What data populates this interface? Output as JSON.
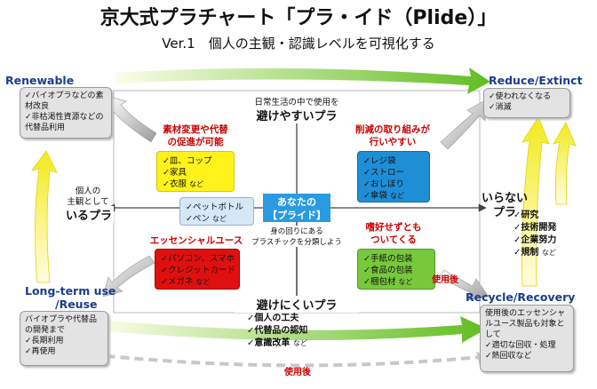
{
  "title": "京大式プラチャート「プラ・イド（Plide）」",
  "subtitle": "Ver.1　個人の主観・認識レベルを可視化する",
  "corners": {
    "top_left": {
      "title": "Renewable",
      "items": [
        "バイオプラなどの素材改良",
        "非枯渇性資源などの代替品利用"
      ]
    },
    "top_right": {
      "title": "Reduce/Extinct",
      "items": [
        "使われなくなる",
        "消滅"
      ]
    },
    "bottom_left": {
      "title": "Long-term use /Reuse",
      "title_line1": "Long-term use",
      "title_line2": "/Reuse",
      "intro": "バイオプラや代替品の開発まで",
      "items": [
        "長期利用",
        "再使用"
      ]
    },
    "bottom_right": {
      "title": "Recycle/Recovery",
      "intro": "使用後のエッセンシャルユース製品も対象として",
      "items": [
        "適切な回収・処理",
        "熱回収など"
      ]
    }
  },
  "axes": {
    "top_small": "日常生活の中で使用を",
    "top_big": "避けやすいプラ",
    "bottom_big": "避けにくいプラ",
    "left_small_line1": "個人の",
    "left_small_line2": "主観として",
    "left_big": "いるプラ",
    "right_big_line1": "いらない",
    "right_big_line2": "プラ"
  },
  "center": {
    "line1": "あなたの",
    "line2": "【プライド】",
    "desc_line1": "身の回りにある",
    "desc_line2": "プラスチックを分類しよう"
  },
  "quadrants": {
    "top_left": {
      "heading_line1": "素材変更や代替",
      "heading_line2": "の促進が可能",
      "items": [
        "皿、コップ",
        "家具",
        "衣服"
      ],
      "last_suffix": "など"
    },
    "top_right": {
      "heading_line1": "削減の取り組みが",
      "heading_line2": "行いやすい",
      "items": [
        "レジ袋",
        "ストロー",
        "おしぼり",
        "傘袋"
      ],
      "last_suffix": "など"
    },
    "middle_left": {
      "items": [
        "ペットボトル",
        "ペン"
      ],
      "last_suffix": "など"
    },
    "bottom_left": {
      "heading": "エッセンシャルユース",
      "items": [
        "パソコン、スマホ",
        "クレジットカード",
        "メガネ"
      ],
      "last_suffix": "など"
    },
    "bottom_right": {
      "heading_line1": "嗜好せずとも",
      "heading_line2": "ついてくる",
      "items": [
        "手紙の包装",
        "食品の包装",
        "梱包材"
      ],
      "last_suffix": "など"
    }
  },
  "right_actions": {
    "items": [
      "研究",
      "技術開発",
      "企業努力",
      "規制"
    ],
    "last_suffix": "など"
  },
  "bottom_actions": {
    "items": [
      "個人の工夫",
      "代替品の認知",
      "意識改革"
    ],
    "last_suffix": "など"
  },
  "labels": {
    "after_use_right": "使用後",
    "after_use_bottom": "使用後"
  },
  "colors": {
    "heading_blue": "#1a3c8c",
    "accent_red": "#cc0000",
    "arrow_green_start": "#f4f9d0",
    "arrow_green_end": "#6cc12a"
  }
}
